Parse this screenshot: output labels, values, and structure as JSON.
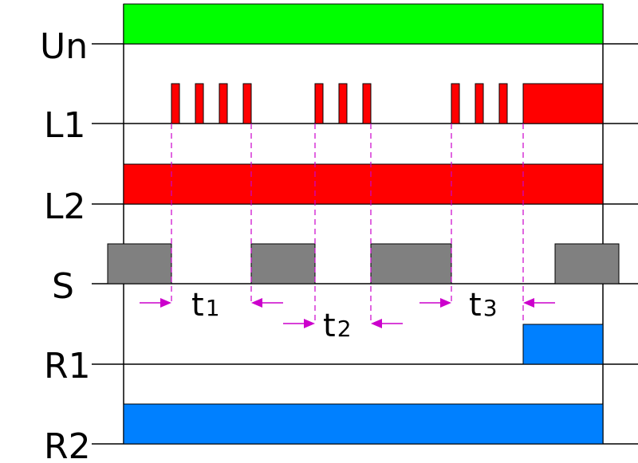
{
  "rows": {
    "un": "Un",
    "l1": "L1",
    "l2": "L2",
    "s": "S",
    "r1": "R1",
    "r2": "R2"
  },
  "intervals": {
    "t1": {
      "base": "t",
      "sub": "1"
    },
    "t2": {
      "base": "t",
      "sub": "2"
    },
    "t3": {
      "base": "t",
      "sub": "3"
    }
  },
  "colors": {
    "un": "#00ff00",
    "l1": "#ff0000",
    "l2": "#ff0000",
    "s": "#808080",
    "r1": "#0080ff",
    "r2": "#0080ff",
    "marker": "#cc00cc",
    "line": "#000000"
  }
}
